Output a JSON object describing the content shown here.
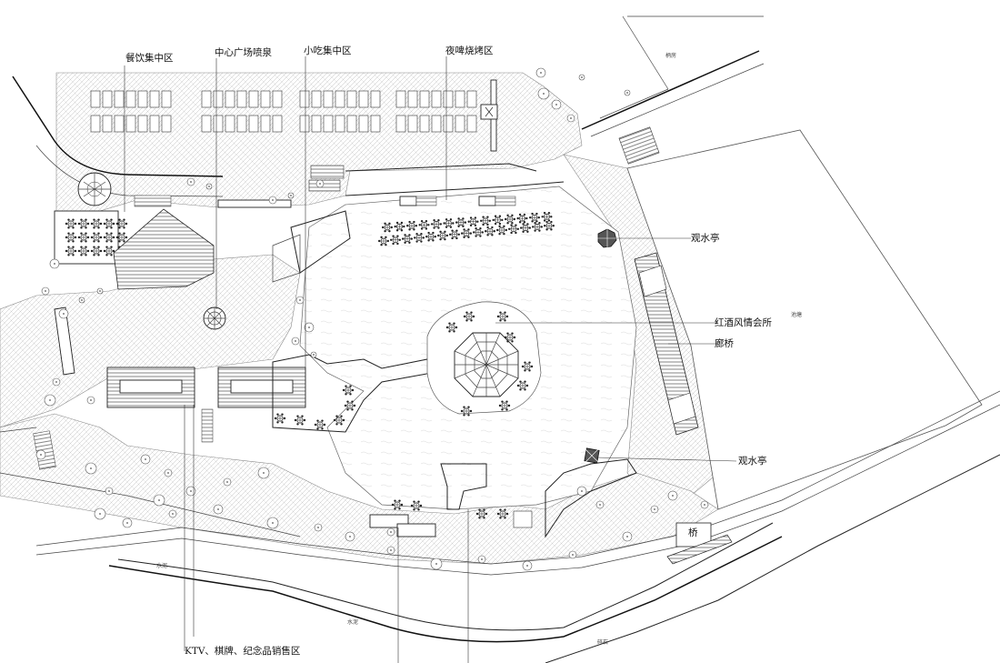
{
  "labels": {
    "dining": "餐饮集中区",
    "fountain": "中心广场喷泉",
    "snack": "小吃集中区",
    "bbq": "夜啤烧烤区",
    "pavilion_top": "观水亭",
    "wine_club": "红酒风情会所",
    "corridor_bridge": "廊桥",
    "pavilion_bottom": "观水亭",
    "bridge": "桥",
    "ktv": "KTV、棋牌、纪念品销售区",
    "pump_room": "柄房",
    "pond": "池塘",
    "road_a": "水泥",
    "road_b": "水泥",
    "road_c": "碎石"
  },
  "colors": {
    "line": "#222222",
    "paving": "#9a9a9a",
    "background": "#ffffff"
  }
}
